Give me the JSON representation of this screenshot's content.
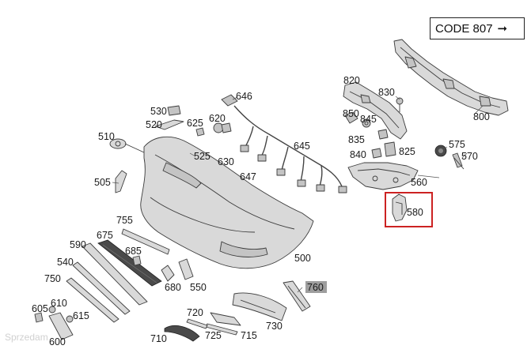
{
  "code_label": {
    "text": "CODE 807",
    "arrow": "➞"
  },
  "watermark": "Sprzedam",
  "highlight": {
    "part": "580",
    "color": "#cc2222"
  },
  "callouts": {
    "c800": "800",
    "c820": "820",
    "c830": "830",
    "c850": "850",
    "c845": "845",
    "c835": "835",
    "c840": "840",
    "c825": "825",
    "c575": "575",
    "c570": "570",
    "c560": "560",
    "c580": "580",
    "c646": "646",
    "c530": "530",
    "c520": "520",
    "c625": "625",
    "c620": "620",
    "c645": "645",
    "c510": "510",
    "c525": "525",
    "c630": "630",
    "c647": "647",
    "c505": "505",
    "c755": "755",
    "c590": "590",
    "c675": "675",
    "c685": "685",
    "c500": "500",
    "c540": "540",
    "c750": "750",
    "c680": "680",
    "c550": "550",
    "c760": "760",
    "c605": "605",
    "c610": "610",
    "c615": "615",
    "c720": "720",
    "c730": "730",
    "c725": "725",
    "c715": "715",
    "c710": "710",
    "c600": "600"
  }
}
